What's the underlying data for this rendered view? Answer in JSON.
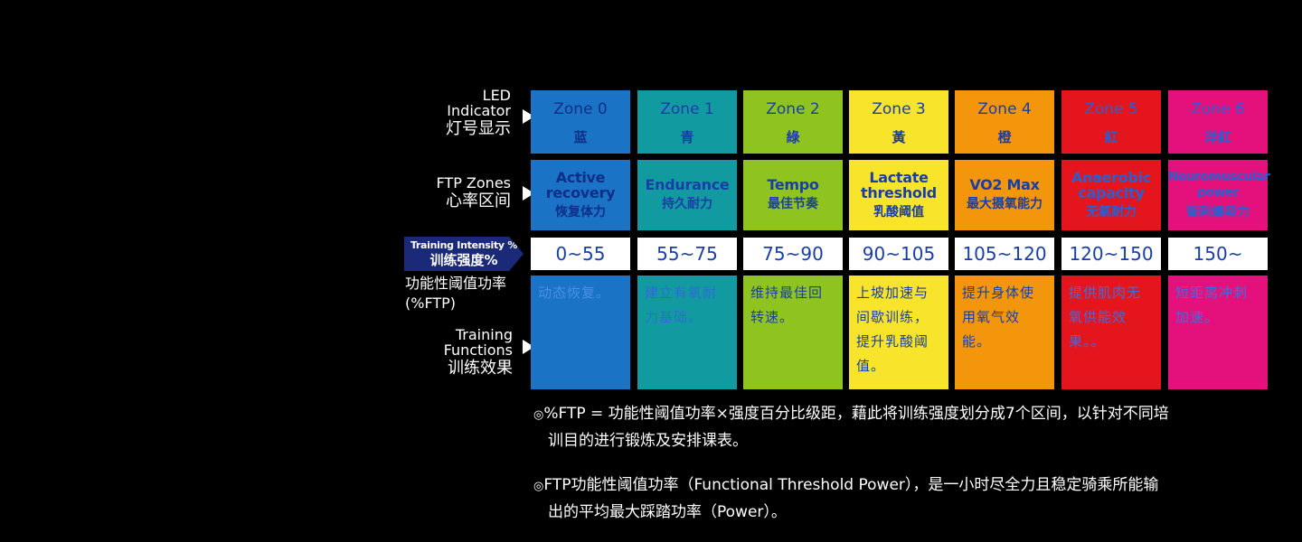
{
  "labels": {
    "led_en_line1": "LED",
    "led_en_line2": "Indicator",
    "led_zh": "灯号显示",
    "ftp_en": "FTP Zones",
    "ftp_zh": "心率区间",
    "intensity_en": "Training Intensity %",
    "intensity_zh": "训练强度%",
    "ftp_power_zh": "功能性阈值功率",
    "ftp_power_en": "(%FTP)",
    "functions_en_line1": "Training",
    "functions_en_line2": "Functions",
    "functions_zh": "训练效果"
  },
  "zones": [
    {
      "zone": "Zone 0",
      "color_zh": "蓝",
      "ftp_en": "Active recovery",
      "ftp_zh": "恢复体力",
      "intensity": "0~55",
      "function": "动态恢复。",
      "bg": "#1a73c4",
      "fn_color": "#2a6fd0"
    },
    {
      "zone": "Zone 1",
      "color_zh": "青",
      "ftp_en": "Endurance",
      "ftp_zh": "持久耐力",
      "intensity": "55~75",
      "function": "建立有氧耐力基础。",
      "bg": "#119ba0",
      "fn_color": "#2a6fd0"
    },
    {
      "zone": "Zone 2",
      "color_zh": "綠",
      "ftp_en": "Tempo",
      "ftp_zh": "最佳节奏",
      "intensity": "75~90",
      "function": "维持最佳回转速。",
      "bg": "#8fc31f",
      "fn_color": "#1a3ea8"
    },
    {
      "zone": "Zone 3",
      "color_zh": "黃",
      "ftp_en": "Lactate threshold",
      "ftp_zh": "乳酸阈值",
      "intensity": "90~105",
      "function": "上坡加速与间歇训练，提升乳酸阈值。",
      "bg": "#f8e42a",
      "fn_color": "#1a3ea8"
    },
    {
      "zone": "Zone 4",
      "color_zh": "橙",
      "ftp_en": "VO2 Max",
      "ftp_zh": "最大摄氧能力",
      "intensity": "105~120",
      "function": "提升身体使用氧气效能。",
      "bg": "#f4960c",
      "fn_color": "#1a3ea8"
    },
    {
      "zone": "Zone 5",
      "color_zh": "紅",
      "ftp_en": "Anaerobic capacity",
      "ftp_zh": "无氧耐力",
      "intensity": "120~150",
      "function": "提供肌肉无氧供能效果。。",
      "bg": "#e5151e",
      "fn_color": "#2a6fd0"
    },
    {
      "zone": "Zone 6",
      "color_zh": "洋紅",
      "ftp_en": "Neuromuscular power",
      "ftp_zh": "衝刺爆發力",
      "intensity": "150~",
      "function": "短距离冲刺加速。",
      "bg": "#e4117d",
      "fn_color": "#2a6fd0"
    }
  ],
  "notes": {
    "note1_line1": "%FTP = 功能性阈值功率×强度百分比级距，藉此将训练强度划分成7个区间，以针对不同培",
    "note1_line2": "训目的进行锻炼及安排课表。",
    "note2_line1": "FTP功能性阈值功率（Functional Threshold Power），是一小时尽全力且稳定骑乘所能输",
    "note2_line2": "出的平均最大踩踏功率（Power）。",
    "mark": "◎"
  }
}
